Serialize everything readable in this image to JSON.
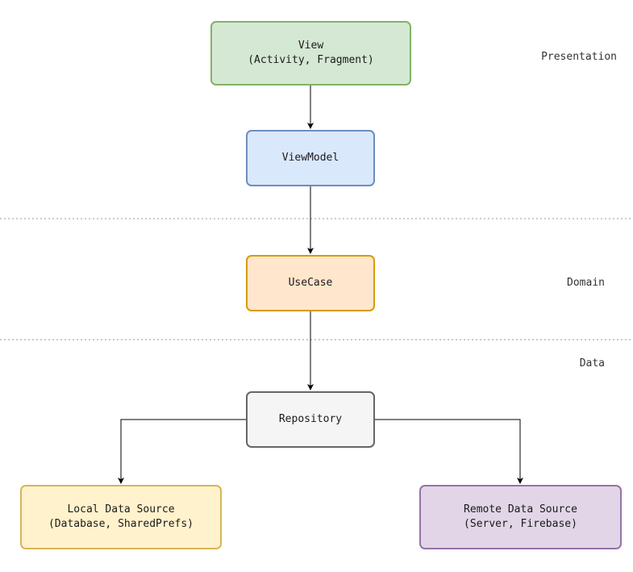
{
  "nodes": {
    "view": {
      "line1": "View",
      "line2": "(Activity, Fragment)",
      "fill": "#d5e8d4",
      "stroke": "#82b366"
    },
    "viewmodel": {
      "line1": "ViewModel",
      "fill": "#dae8fc",
      "stroke": "#6c8ebf"
    },
    "usecase": {
      "line1": "UseCase",
      "fill": "#ffe6cc",
      "stroke": "#d79b00"
    },
    "repository": {
      "line1": "Repository",
      "fill": "#f5f5f5",
      "stroke": "#666666"
    },
    "local": {
      "line1": "Local Data Source",
      "line2": "(Database, SharedPrefs)",
      "fill": "#fff2cc",
      "stroke": "#d6b656"
    },
    "remote": {
      "line1": "Remote Data Source",
      "line2": "(Server, Firebase)",
      "fill": "#e1d5e7",
      "stroke": "#9673a6"
    }
  },
  "layers": {
    "presentation": "Presentation",
    "domain": "Domain",
    "data": "Data"
  },
  "edges": [
    {
      "from": "view",
      "to": "viewmodel"
    },
    {
      "from": "viewmodel",
      "to": "usecase"
    },
    {
      "from": "usecase",
      "to": "repository"
    },
    {
      "from": "repository",
      "to": "local"
    },
    {
      "from": "repository",
      "to": "remote"
    }
  ],
  "colors": {
    "edge": "#000000",
    "separator": "#999999"
  }
}
